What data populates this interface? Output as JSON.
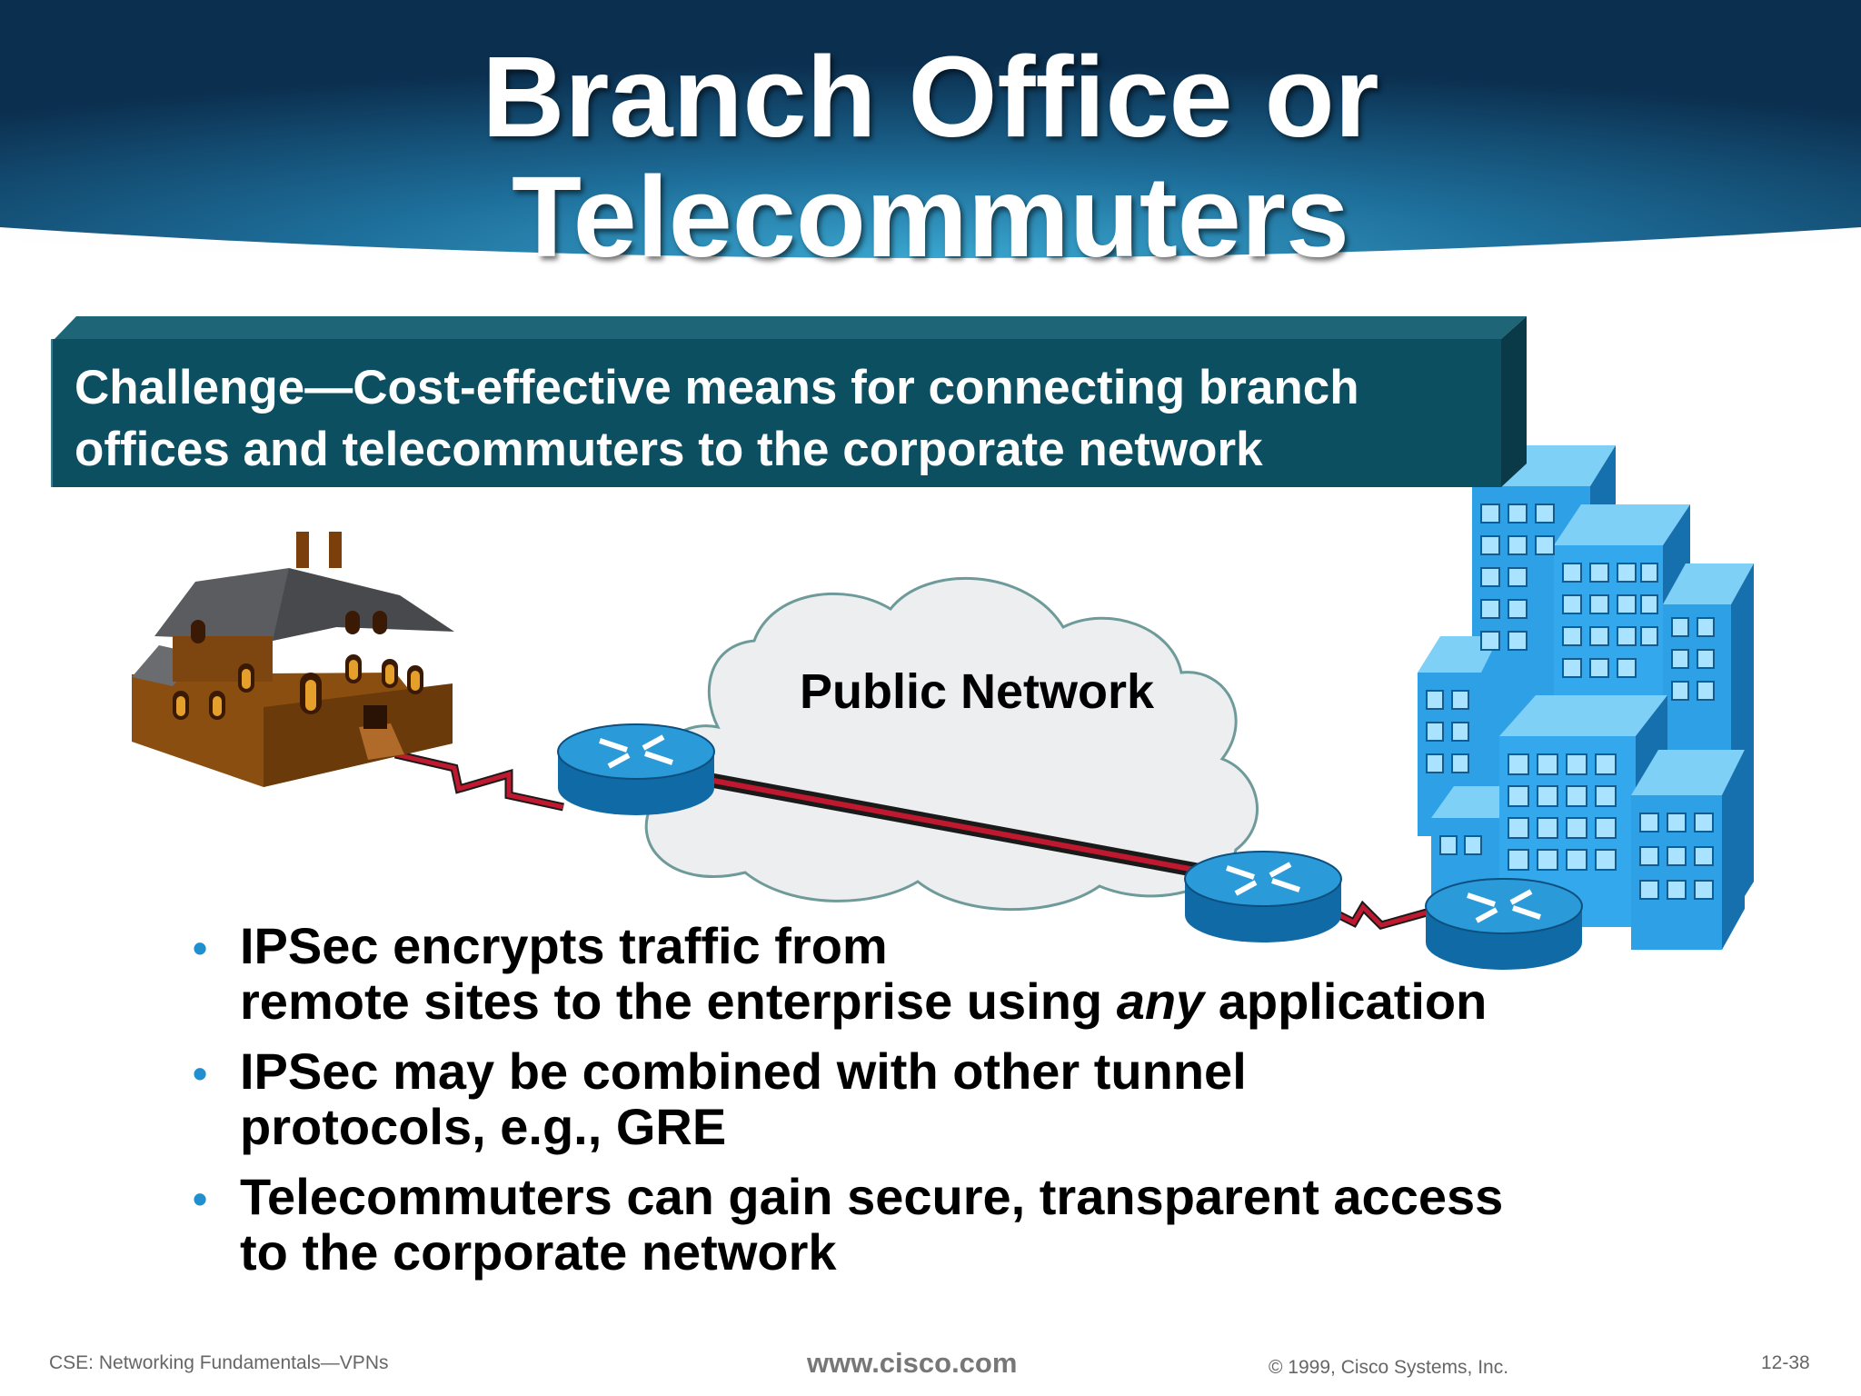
{
  "slide": {
    "title_line_1": "Branch Office or",
    "title_line_2": "Telecommuters",
    "challenge_line_1": "Challenge—Cost-effective means for connecting branch",
    "challenge_line_2": "offices and telecommuters to the corporate network",
    "diagram": {
      "cloud_label": "Public Network",
      "icons": [
        "house-icon",
        "router-icon",
        "router-icon",
        "router-icon",
        "office-buildings-icon",
        "cloud-icon"
      ]
    },
    "bullets": [
      {
        "line_1": "IPSec encrypts traffic from",
        "line_2_before": "remote sites to the enterprise using ",
        "line_2_italic": "any",
        "line_2_after": " application"
      },
      {
        "line_1": "IPSec may be combined with other tunnel",
        "line_2": "protocols, e.g., GRE"
      },
      {
        "line_1": "Telecommuters can gain secure, transparent access",
        "line_2": "to the corporate network"
      }
    ],
    "bullet_glyph": "•",
    "footer": {
      "course": "CSE: Networking Fundamentals—VPNs",
      "url": "www.cisco.com",
      "copyright": "© 1999, Cisco Systems, Inc.",
      "page": "12-38"
    },
    "colors": {
      "banner_dark": "#0d3a5c",
      "banner_light": "#2f93c2",
      "challenge_box": "#0c4f61",
      "bullet": "#1f8fcf",
      "link_red": "#c0182f",
      "router_blue": "#1f8fcf",
      "building_blue": "#2fa3e8"
    }
  }
}
